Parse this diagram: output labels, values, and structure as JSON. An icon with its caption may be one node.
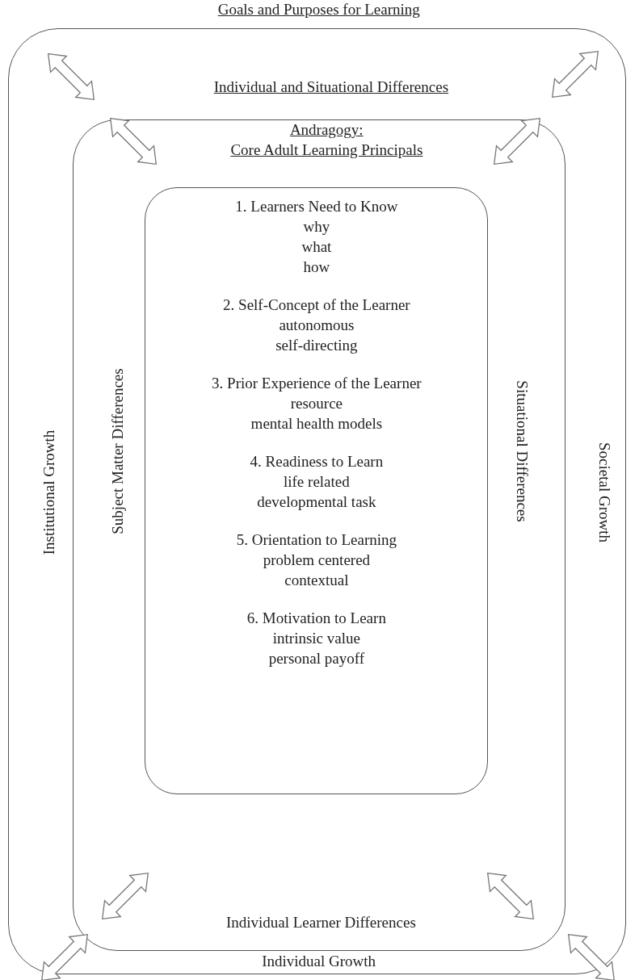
{
  "diagram": {
    "nodes": [
      {
        "text": [
          "Goals and Purposes for Learning",
          "Individual and Situational Differences",
          "Institutional Growth",
          "Societal Growth",
          "Individual Growth"
        ]
      },
      {
        "text": [
          "Andragogy:",
          "Core Adult Learning Principals",
          "Subject Matter Differences",
          "Situational Differences",
          "Individual Learner Differences"
        ],
        "in": 0
      },
      {
        "text": [
          "1. Learners Need to Know",
          "why",
          "what",
          "how",
          "2. Self-Concept of the Learner",
          "autonomous",
          "self-directing",
          "3. Prior Experience of the Learner",
          "resource",
          "mental health models",
          "4. Readiness to Learn",
          "life related",
          "developmental task",
          "5. Orientation to Learning",
          "problem centered",
          "contextual",
          "6. Motivation to Learn",
          "intrinsic value",
          "personal payoff"
        ],
        "in": 1
      }
    ],
    "edges": []
  }
}
